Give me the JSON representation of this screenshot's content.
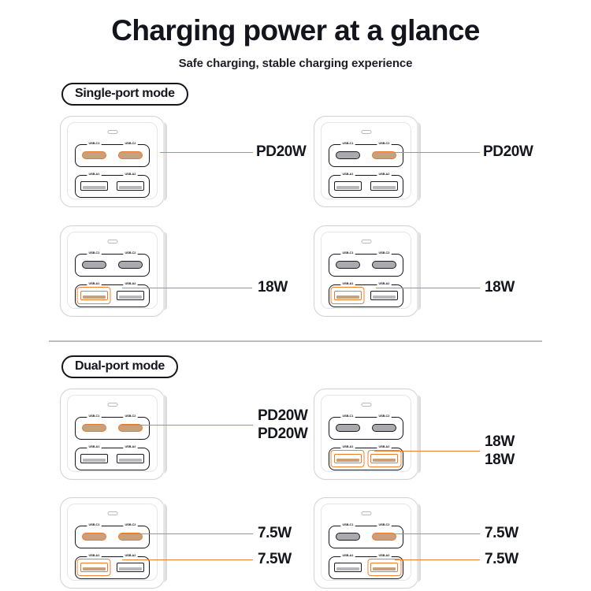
{
  "header": {
    "title": "Charging power at a glance",
    "subtitle": "Safe charging, stable charging experience"
  },
  "port_labels": {
    "usb_c1": "USB-C1",
    "usb_c2": "USB-C2",
    "usb_a1": "USB-A1",
    "usb_a2": "USB-A2"
  },
  "colors": {
    "accent": "#ef8030",
    "port_active_fill": "#c8a07e",
    "port_inactive_fill": "#a9a9ae",
    "text": "#15161d",
    "shell_edge": "#d4d4d6",
    "divider": "#bdbdbd"
  },
  "sections": [
    {
      "badge": "Single-port mode",
      "rows": [
        {
          "cells": [
            {
              "active": [
                "usb_c1"
              ],
              "labels": [
                "PD20W"
              ]
            },
            {
              "active": [
                "usb_c2"
              ],
              "labels": [
                "PD20W"
              ]
            }
          ]
        },
        {
          "cells": [
            {
              "active": [
                "usb_a1"
              ],
              "labels": [
                "18W"
              ]
            },
            {
              "active": [
                "usb_a1"
              ],
              "labels": [
                "18W"
              ]
            }
          ]
        }
      ]
    },
    {
      "badge": "Dual-port mode",
      "rows": [
        {
          "cells": [
            {
              "active": [
                "usb_c1",
                "usb_c2"
              ],
              "labels": [
                "PD20W",
                "PD20W"
              ]
            },
            {
              "active": [
                "usb_a1",
                "usb_a2"
              ],
              "labels": [
                "18W",
                "18W"
              ]
            }
          ]
        },
        {
          "cells": [
            {
              "active": [
                "usb_c1",
                "usb_a1"
              ],
              "labels": [
                "7.5W",
                "7.5W"
              ]
            },
            {
              "active": [
                "usb_c2",
                "usb_a2"
              ],
              "labels": [
                "7.5W",
                "7.5W"
              ]
            }
          ]
        }
      ]
    }
  ]
}
